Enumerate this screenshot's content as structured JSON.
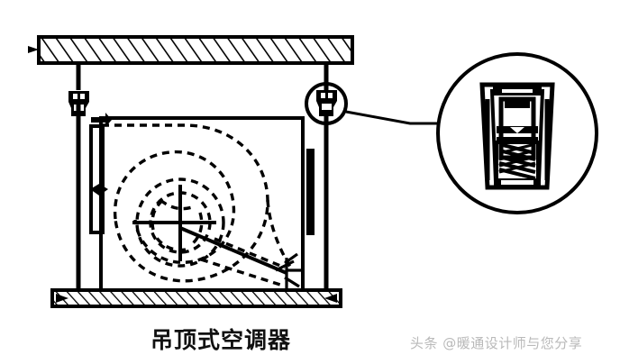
{
  "figure": {
    "caption": "吊顶式空调器",
    "watermark": "头条 @暖通设计师与您分享",
    "background_color": "#ffffff",
    "line_color": "#000000",
    "watermark_color": "#b9b9b9",
    "title_description": "Ceiling-mounted air conditioner unit suspended from a hatched concrete slab by two threaded hanger rods with spring vibration isolators",
    "parts": {
      "ceiling_slab": "hatched-concrete-slab",
      "left_hanger_rod": "left-threaded-hanger-rod",
      "right_hanger_rod": "right-threaded-hanger-rod",
      "left_isolator": "left-spring-vibration-isolator",
      "right_isolator": "right-spring-vibration-isolator",
      "detail_marker": "detail-callout-circle",
      "detail_view": "magnified-spring-isolator-detail",
      "leader_line": "detail-leader-line",
      "unit_casing": "air-handling-unit-casing",
      "fan_scroll": "centrifugal-fan-scroll-housing",
      "fan_impeller": "fan-impeller",
      "fan_outlet": "fan-discharge-outlet",
      "coil_panel": "coil-filter-panel",
      "base_frame": "hatched-base-support-frame"
    }
  }
}
